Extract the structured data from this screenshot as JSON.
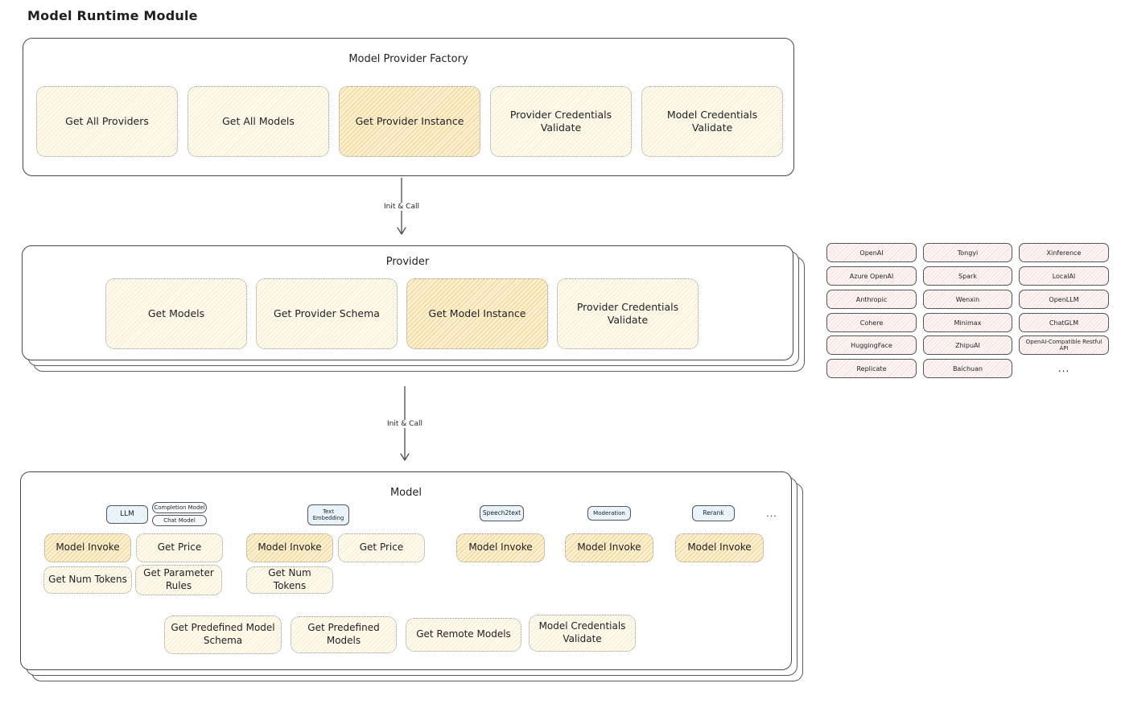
{
  "title": "Model Runtime Module",
  "colors": {
    "node_yellow": "#fdf6dd",
    "node_orange": "#f8dda6",
    "provider_pink": "#fbecec",
    "tab_blue": "#e3effa",
    "container_border": "#46474d",
    "dotted_border": "#94969a"
  },
  "factory": {
    "title": "Model Provider Factory",
    "nodes": [
      "Get All Providers",
      "Get All Models",
      "Get Provider Instance",
      "Provider Credentials Validate",
      "Model Credentials Validate"
    ]
  },
  "flow": {
    "init_call_1": "Init & Call",
    "init_call_2": "Init & Call"
  },
  "provider": {
    "title": "Provider",
    "nodes": [
      "Get Models",
      "Get Provider Schema",
      "Get Model Instance",
      "Provider Credentials Validate"
    ]
  },
  "provider_list": {
    "col1": [
      "OpenAI",
      "Azure OpenAI",
      "Anthropic",
      "Cohere",
      "HuggingFace",
      "Replicate"
    ],
    "col2": [
      "Tongyi",
      "Spark",
      "Wenxin",
      "Minimax",
      "ZhipuAI",
      "Baichuan"
    ],
    "col3": [
      "Xinference",
      "LocalAI",
      "OpenLLM",
      "ChatGLM",
      "OpenAI-Compatible Restful API"
    ],
    "more": "..."
  },
  "model": {
    "title": "Model",
    "tabs": {
      "llm": "LLM",
      "completion_model": "Completion Model",
      "chat_model": "Chat Model",
      "text_embedding": "Text Embedding",
      "speech2text": "Speech2text",
      "moderation": "Moderation",
      "rerank": "Rerank",
      "more": "..."
    },
    "nodes": {
      "model_invoke": "Model Invoke",
      "get_price": "Get Price",
      "get_num_tokens": "Get Num Tokens",
      "get_parameter_rules": "Get Parameter Rules"
    },
    "bottom_nodes": [
      "Get Predefined Model Schema",
      "Get Predefined Models",
      "Get Remote Models",
      "Model Credentials Validate"
    ]
  }
}
